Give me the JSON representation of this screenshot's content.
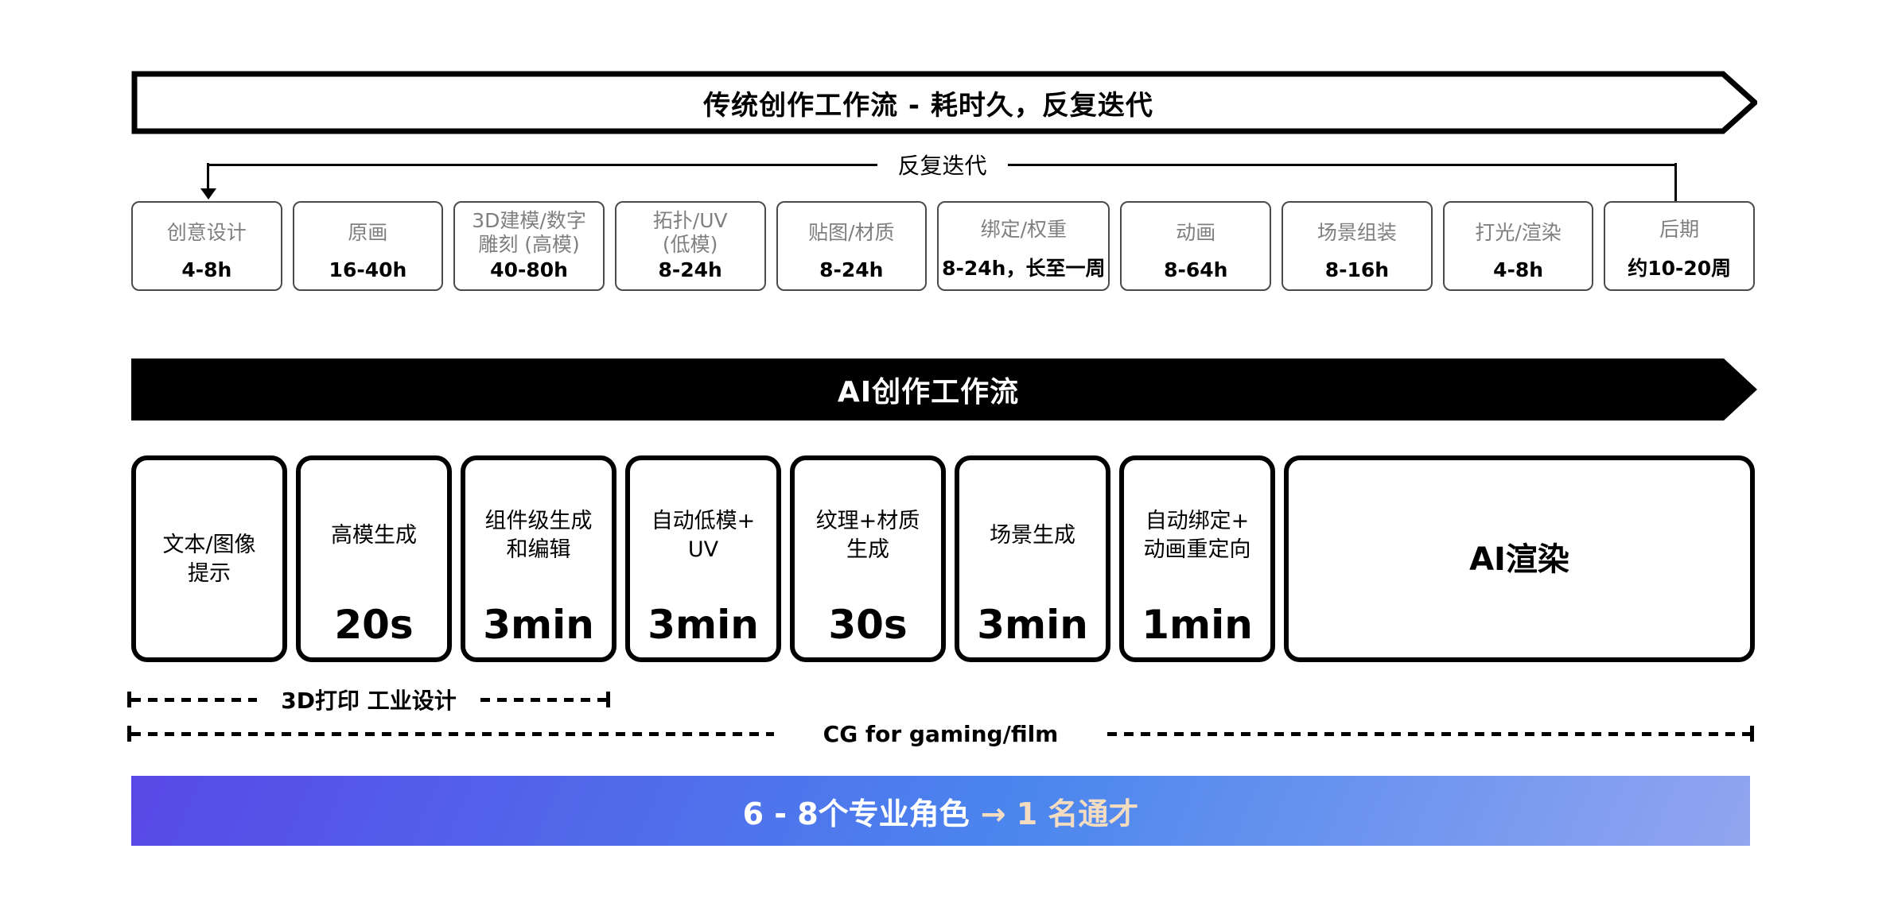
{
  "traditional": {
    "banner_title": "传统创作工作流 - 耗时久，反复迭代",
    "iteration_label": "反复迭代",
    "steps": [
      {
        "label": "创意设计",
        "time": "4-8h"
      },
      {
        "label": "原画",
        "time": "16-40h"
      },
      {
        "label": "3D建模/数字\n雕刻 (高模)",
        "time": "40-80h"
      },
      {
        "label": "拓扑/UV\n(低模)",
        "time": "8-24h"
      },
      {
        "label": "贴图/材质",
        "time": "8-24h"
      },
      {
        "label": "绑定/权重",
        "time": "8-24h，长至一周"
      },
      {
        "label": "动画",
        "time": "8-64h"
      },
      {
        "label": "场景组装",
        "time": "8-16h"
      },
      {
        "label": "打光/渲染",
        "time": "4-8h"
      },
      {
        "label": "后期",
        "time": "约10-20周"
      }
    ]
  },
  "ai": {
    "banner_title": "AI创作工作流",
    "steps": [
      {
        "label": "文本/图像\n提示",
        "time": ""
      },
      {
        "label": "高模生成",
        "time": "20s"
      },
      {
        "label": "组件级生成\n和编辑",
        "time": "3min"
      },
      {
        "label": "自动低模+\nUV",
        "time": "3min"
      },
      {
        "label": "纹理+材质\n生成",
        "time": "30s"
      },
      {
        "label": "场景生成",
        "time": "3min"
      },
      {
        "label": "自动绑定+\n动画重定向",
        "time": "1min"
      },
      {
        "label": "AI渲染",
        "time": ""
      }
    ]
  },
  "ranges": [
    {
      "label": "3D打印 工业设计"
    },
    {
      "label": "CG for gaming/film"
    }
  ],
  "bottom_banner": {
    "text_white": "6 - 8个专业角色",
    "text_accent": "→ 1 名通才"
  },
  "colors": {
    "traditional_banner_fill": "#ffffff",
    "ai_banner_fill": "#000000",
    "step_label_gray": "#7f7f7f",
    "bottom_gradient": [
      "#5848e7",
      "#4b86ee",
      "#92a5f0"
    ],
    "bottom_accent_text": "#f4dcc0"
  }
}
